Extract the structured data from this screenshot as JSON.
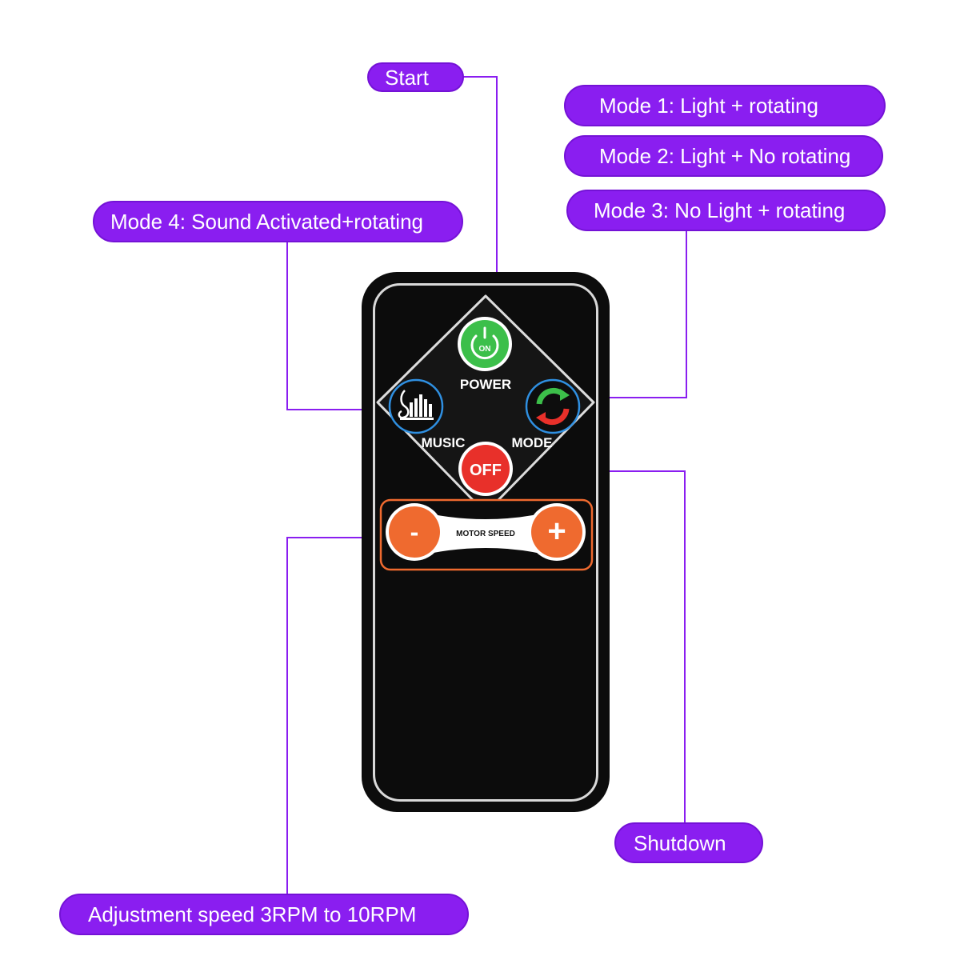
{
  "labels": {
    "start": "Start",
    "mode1": "Mode 1: Light + rotating",
    "mode2": "Mode 2: Light + No rotating",
    "mode3": "Mode 3: No Light + rotating",
    "mode4": "Mode 4: Sound Activated+rotating",
    "shutdown": "Shutdown",
    "speed": "Adjustment speed 3RPM to 10RPM"
  },
  "remote": {
    "power_label": "POWER",
    "music_label": "MUSIC",
    "mode_label": "MODE",
    "off_label": "OFF",
    "on_label": "ON",
    "motor_speed_label": "MOTOR SPEED",
    "minus_label": "-",
    "plus_label": "+"
  },
  "colors": {
    "accent": "#8a1ef0",
    "line": "#8a1ef0",
    "power_button": "#3cbf4a",
    "off_button": "#e8302a",
    "speed_button": "#ef6a2f",
    "ring_blue": "#2f8fe0"
  }
}
